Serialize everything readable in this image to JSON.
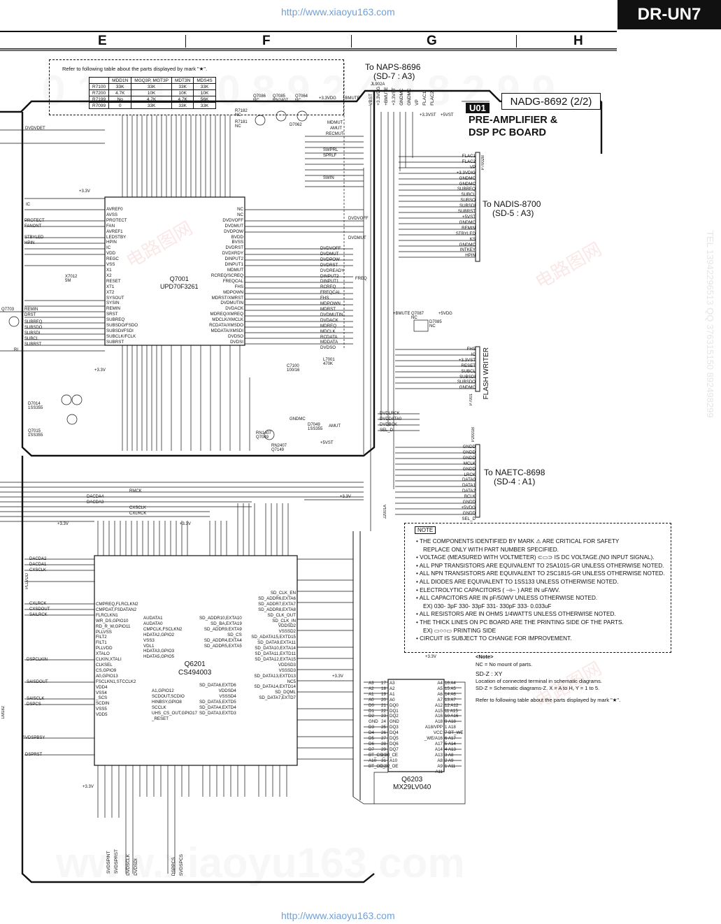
{
  "header": {
    "url_top": "http://www.xiaoyu163.com",
    "url_bottom": "http://www.xiaoyu163.com",
    "model": "DR-UN7",
    "columns": [
      "E",
      "F",
      "G",
      "H"
    ]
  },
  "mark_table": {
    "caption": "Refer to following table about the parts displayed by mark \"★\".",
    "headers": [
      "",
      "MDD1N",
      "MGQ3P, MGT3P",
      "MDT3N",
      "MDS4S"
    ],
    "rows": [
      [
        "R7100",
        "33K",
        "33K",
        "33K",
        "33K"
      ],
      [
        "R7200",
        "4.7K",
        "10K",
        "10K",
        "10K"
      ],
      [
        "R7199",
        "No",
        "4.7K",
        "4.7K",
        "56K"
      ],
      [
        "R7099",
        "0",
        "33K",
        "33K",
        "33K"
      ]
    ]
  },
  "board": {
    "to_naps": "To NAPS-8696",
    "naps_ref": "(SD-7 : A3)",
    "jl902a": "JL902A",
    "nadg": "NADG-8692 (2/2)",
    "u01": "U01",
    "title_line1": "PRE-AMPLIFIER &",
    "title_line2": "DSP PC BOARD"
  },
  "connectors": {
    "nadis": "To NADIS-8700",
    "nadis_ref": "(SD-5 : A3)",
    "naetc": "To NAETC-8698",
    "naetc_ref": "(SD-4 : A1)",
    "flash_writer": "FLASH WRITER",
    "p7002b": "P7002B",
    "p7001": "P7001",
    "p2001b": "P2001B",
    "j2001a": "J2001A"
  },
  "pins": {
    "nadis": [
      "FLAC1",
      "FLAC2",
      "VP",
      "+3.3VDIG",
      "GNDMC",
      "GNDMC",
      "SUBREQ",
      "SUBCL",
      "SUBSO",
      "SUBSDI",
      "SUBRST",
      "+5VST",
      "GNDMC",
      "REMIN",
      "STBYLED",
      "KS",
      "GNDMC",
      "INTKEY",
      "HPIN"
    ],
    "flash": [
      "FHS",
      "IC",
      "+3.3VST",
      "RESET",
      "SUBCL",
      "SUBSDI",
      "SUBSDO",
      "GNDMC"
    ],
    "naetc": [
      "GNDD",
      "GNDD",
      "GNDD",
      "MCLK",
      "GNDD",
      "LRCK",
      "DATA0",
      "DATA1",
      "DATA2",
      "BCLK",
      "GNDD",
      "+5VDG",
      "GNDD",
      "SEL_D"
    ],
    "naps": [
      "VBST",
      "+3.3VDG",
      "+BMUTE",
      "+3.3VST",
      "GNDMC",
      "GNDMC",
      "VP",
      "FLAC1",
      "FLAC2"
    ]
  },
  "chips": {
    "q7001": "Q7001",
    "q7001_part": "UPD70F3261",
    "q6201": "Q6201",
    "q6201_part": "CS494003",
    "q6203": "Q6203",
    "q6203_part": "MX29LV040",
    "q7001_left": [
      "AVREF0",
      "AVSS",
      "PROTECT",
      "FAN",
      "AVREF1",
      "LEDSTBY",
      "HPIN",
      "IC",
      "VDD",
      "REGC",
      "VSS",
      "X1",
      "X2",
      "RESET",
      "XT1",
      "XT2",
      "SYSOUT",
      "SYSIN",
      "REMIN",
      "SRST",
      "SUBREQ",
      "SUBSDO/FSDO",
      "SUBSDI/FSDI",
      "SUBCLK/FCLK",
      "SUBRST"
    ],
    "q7001_right": [
      "NC",
      "NC",
      "DVDVOFF",
      "DVDMUT",
      "DVDPOW",
      "BVDD",
      "BVSS",
      "DVDRST",
      "DVDXRDY",
      "DINPUT2",
      "DINPUT1",
      "MDMUT",
      "RCREQ/SCREQ",
      "FREQCAL",
      "FHS",
      "MDPOWN",
      "MDRST/XMRST",
      "DVDMUTIN",
      "DVDACK",
      "MDREQ/XMREQ",
      "MDCLK/XMCLK",
      "RCDATA/XMSDO",
      "MDDATA/XMSDI",
      "DVDSO",
      "DVDSI"
    ],
    "q7001_right_nets": [
      "DVDVOFF",
      "DVDMUT",
      "DVDPOW",
      "DVDRST",
      "DVDREADY",
      "DINPUT2",
      "DINPUT1",
      "RCREQ",
      "FREQCAL",
      "FHS",
      "MDPOWN",
      "MDRST",
      "DVDMUTIN",
      "DVDACK",
      "MDREQ",
      "MDCLK",
      "RCDATA",
      "MDDATA",
      "DVDSO"
    ],
    "q6201_inner": [
      "AUDATA1",
      "AUDATA0",
      "CMPCLK,FSCLKN2",
      "HDATA2,GPIO2",
      "VSS3",
      "VDL1",
      "HDATA3,GPIO3",
      "HDATA5,GPIO5"
    ],
    "q6201_inner_right": [
      "SD_ADDR10,EXTA10",
      "SD_BA,EXTA19",
      "SD_ADDR9,EXTA9",
      "SD_CS",
      "SD_ADDR4,EXTA4",
      "SD_ADDR5,EXTA5"
    ],
    "q6201_lower": [
      "A1,GPIO12",
      "SCDOUT,SCDIO",
      "HINBSY,GPIO8",
      "SCCLK",
      "UHS_CS_OUT,GPIO17",
      "_RESET"
    ],
    "q6201_lower_right": [
      "SD_DATA6,EXTD6",
      "VDDSD4",
      "VSSSD4",
      "SD_DATA5,EXTD5",
      "SD_DATA4,EXTD4",
      "SD_DATA3,EXTD3"
    ],
    "q6201_left_pins": [
      "CMPREQ,FLRCLKN2",
      "CMPDAT,FSDATAN2",
      "FLRCLKN1",
      "WR_DS,GPIO10",
      "RD_R_W,GPIO11",
      "PLLVSS",
      "FILT2",
      "FILT1",
      "PLLVDD",
      "XTALO",
      "CLKIN,XTALI",
      "CLKSEL",
      "CS,GPIO9",
      "A0,GPIO13",
      "FSCLKN1,STCCLK2",
      "VDD4",
      "VSS4",
      "_SCS",
      "SCDIN",
      "VSS5",
      "VDD5"
    ],
    "q6201_right_pins": [
      "SD_CLK_EN",
      "SD_ADDR6,EXTA6",
      "SD_ADDR7,EXTA7",
      "SD_ADDR8,EXTA8",
      "SD_CLK_OUT",
      "SD_CLK_IN",
      "VDDSD2",
      "VSSSD2",
      "SD_ADATA15,EXTD15",
      "SD_DATA9,EXTA11",
      "SD_DATA10,EXTA14",
      "SD_DATA11,EXTD11",
      "SD_DATA12,EXTA15",
      "VDDSD3",
      "VSSSD3",
      "SD_DATA13,EXTD13",
      "NC5",
      "SD_DATA14,EXTD14",
      "SD_DQML",
      "SD_DATA7,EXTD7"
    ],
    "q6203_left": [
      "A3",
      "A2",
      "A1",
      "A0",
      "D0",
      "D1",
      "D2",
      "GND",
      "D3",
      "D4",
      "D5",
      "D6",
      "D7",
      "BT_CS_30",
      "A10",
      "BT_OE_32"
    ],
    "q6203_left_num": [
      "17",
      "18",
      "19",
      "20",
      "21",
      "22",
      "23",
      "24",
      "25",
      "26",
      "27",
      "28",
      "29",
      "30",
      "31",
      "32"
    ],
    "q6203_inl": [
      "A3",
      "A2",
      "A1",
      "A0",
      "DQ0",
      "DQ1",
      "DQ2",
      "GND",
      "DQ3",
      "DQ4",
      "DQ5",
      "DQ6",
      "DQ7",
      "_CE",
      "A10",
      "_OE"
    ],
    "q6203_inr": [
      "A4",
      "A5",
      "A6",
      "A7",
      "A12",
      "A15",
      "A16",
      "A18",
      "A18/VPP",
      "VCC",
      "_WE/A16",
      "A17",
      "A14",
      "A13",
      "A8",
      "A9",
      "A11"
    ],
    "q6203_right": [
      "16 A4",
      "15 A5",
      "14 A6",
      "13 A7",
      "12 A12",
      "11 A15",
      "10 A16",
      "9 A18",
      "1 A18",
      "",
      "7 BT_WE",
      "6 A17",
      "5 A14",
      "4 A13",
      "3 A8",
      "2 A9",
      "1 A11"
    ]
  },
  "parts": {
    "q7086": "Q7086 NC",
    "q7085": "Q7085 RN2407",
    "q7064": "Q7064 NC",
    "q7087": "Q7087 NC",
    "q7049": "Q7049",
    "d7085": "D7085 NC",
    "d7049": "D7049 1SS355",
    "d7062": "D7062",
    "l7001": "L7001 470K",
    "c7100": "C7100 100/16",
    "rn1407": "RN1407",
    "rn2407": "RN2407",
    "q7149": "Q7149",
    "q7015": "Q7015 1SS355",
    "d7014": "D7014 1SS355",
    "x7012": "X7012 5M",
    "q7703": "Q7703",
    "r7182": "R7182 NC",
    "r7181": "R7181 NC",
    "gndmc": "GNDMC",
    "amut": "AMUT",
    "plus5vst": "+5VST",
    "plus3v": "+3.3V",
    "plus3vst": "+3.3VST",
    "plus5vdg": "+5VDG",
    "plus_bmute": "+BMUTE",
    "plus33vdg": "+3.3VDG"
  },
  "nets": {
    "top_right": [
      "MDMUT",
      "AMUT",
      "RECMUT",
      "SWPRL",
      "SPRLF",
      "SWIN"
    ],
    "mid": [
      "DVDVOFF",
      "DVDMUT",
      "DVDPOW",
      "FREQ"
    ],
    "dvdlrck": [
      "DVDLRCK",
      "DVDDATA0",
      "DVDBCK",
      "SEL_D"
    ],
    "left": [
      "DVDVDET",
      "PROTECT",
      "FANONT",
      "STBYLED",
      "HPIN",
      "IC",
      "REMIN",
      "DRST",
      "SUBREQ",
      "SUBSDO",
      "SUBSDI",
      "SUBCL",
      "SUBRST",
      "RI"
    ],
    "left_low": [
      "DACDA2",
      "DACDA1",
      "CXSCLK",
      "PLLVDD",
      "CXLRCK",
      "CXSDOUT",
      "SAILRCK",
      "DSPCLKIN",
      "SAISDOUT",
      "SAISCLK",
      "DSPCS",
      "DSPRST",
      "SVDSPBSY",
      "LM182"
    ],
    "mid_low": [
      "DACDA4",
      "DACDA3",
      "RMCK",
      "CXSCLK",
      "CXLRCK"
    ],
    "bottom": [
      "SVDSPINT",
      "SVDSPRST",
      "DVDSCLK",
      "DVDSDI",
      "DSPPCS",
      "SVDSPCS"
    ]
  },
  "notes": {
    "title": "NOTE",
    "items": [
      "THE COMPONENTS IDENTIFIED BY MARK ⚠ ARE CRITICAL FOR SAFETY",
      "REPLACE ONLY WITH PART NUMBER SPECIFIED.",
      "VOLTAGE (MEASURED WITH VOLTMETER)  ⊂▭⊃  IS DC VOLTAGE.(NO INPUT SIGNAL).",
      "ALL PNP TRANSISTORS ARE EQUIVALENT TO 2SA1015-GR UNLESS OTHERWISE NOTED.",
      "ALL NPN TRANSISTORS ARE EQUIVALENT TO 2SC1815-GR UNLESS OTHERWISE NOTED.",
      "ALL DIODES ARE EQUIVALENT TO 1SS133 UNLESS OTHERWISE NOTED.",
      "ELECTROLYTIC CAPACITORS ( ⊣⊢ ) ARE IN uF/WV.",
      "ALL CAPACITORS ARE IN pF/50WV UNLESS OTHERWISE NOTED.",
      "EX) 030- 3pF 330- 33pF 331- 330pF 333- 0.033uF",
      "ALL RESISTORS ARE IN OHMS 1/4WATTS UNLESS OTHERWISE NOTED.",
      "THE THICK LINES ON PC BOARD ARE THE PRINTING SIDE OF THE PARTS.",
      "EX) ▭○○▭ PRINTING SIDE",
      "CIRCUIT IS SUBJECT TO CHANGE FOR IMPROVEMENT."
    ],
    "note2_title": "<Note>",
    "nc": "NC = No mount of parts.",
    "sdz": "SD-Z : XY",
    "loc1": "Location of connected terminal in schematic diagrams.",
    "loc2": "SD-Z = Schematic diagrams-Z. X = A to H, Y = 1 to 5.",
    "refer": "Refer to following table about the parts displayed by mark \"★\"."
  },
  "watermarks": {
    "w1": "0 1 5 1 5 0 8 9 2 4 0 8 2 9 9",
    "w2": "www.xiaoyu163.com",
    "w3": "电路图网",
    "w4": "TEL 13942296513 QQ 376315150 892498299"
  },
  "colors": {
    "ink": "#111111",
    "link": "#6fa0d8",
    "wm_red": "#e07878"
  }
}
